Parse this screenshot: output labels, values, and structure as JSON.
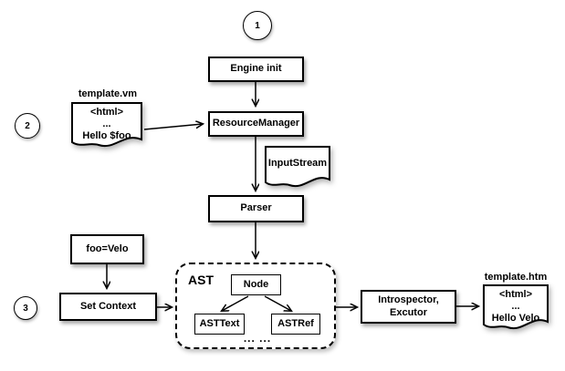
{
  "colors": {
    "line": "#000000",
    "background": "#ffffff",
    "shape_fill": "#ffffff"
  },
  "steps": {
    "one": "1",
    "two": "2",
    "three": "3"
  },
  "nodes": {
    "engine_init": "Engine init",
    "resource_manager": "ResourceManager",
    "parser": "Parser",
    "foo_velo": "foo=Velo",
    "set_context": "Set Context",
    "introspector_line1": "Introspector,",
    "introspector_line2": "Excutor",
    "ast_label": "AST",
    "node": "Node",
    "ast_text": "ASTText",
    "ast_ref": "ASTRef",
    "ellipsis": "... ..."
  },
  "docs": {
    "template_vm": {
      "title": "template.vm",
      "lines": [
        "<html>",
        "...",
        "Hello $foo"
      ]
    },
    "input_stream": {
      "label": "InputStream"
    },
    "template_htm": {
      "title": "template.htm",
      "lines": [
        "<html>",
        "...",
        "Hello Velo"
      ]
    }
  }
}
